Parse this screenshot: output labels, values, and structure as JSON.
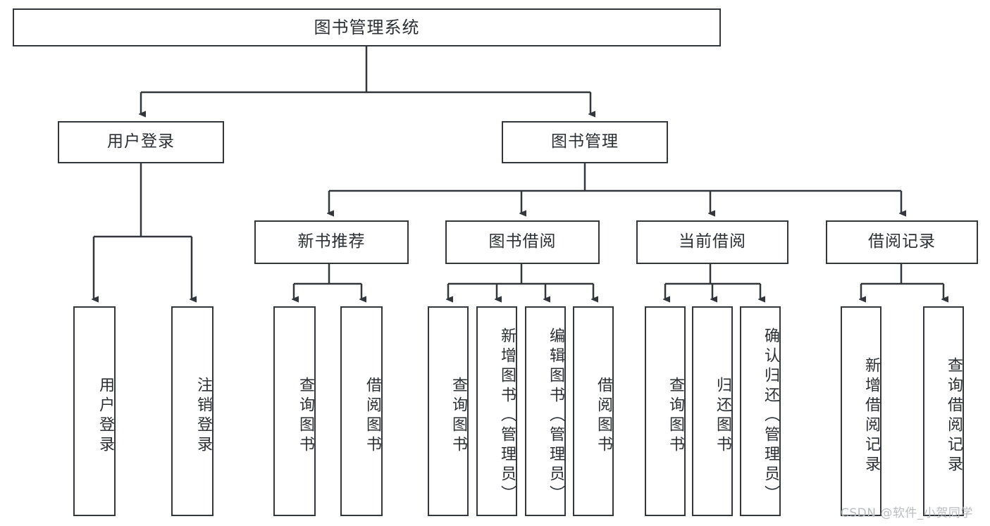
{
  "diagram": {
    "title": "图书管理系统",
    "type": "hierarchy-tree",
    "root": {
      "label": "图书管理系统"
    },
    "level2": [
      {
        "label": "用户登录"
      },
      {
        "label": "图书管理"
      }
    ],
    "level3": [
      {
        "label": "新书推荐"
      },
      {
        "label": "图书借阅"
      },
      {
        "label": "当前借阅"
      },
      {
        "label": "借阅记录"
      }
    ],
    "leaves": {
      "user_login": [
        {
          "label": "用户登录"
        },
        {
          "label": "注销登录"
        }
      ],
      "new_book_recommend": [
        {
          "label": "查询图书"
        },
        {
          "label": "借阅图书"
        }
      ],
      "book_borrow": [
        {
          "label": "查询图书"
        },
        {
          "label": "新增图书（管理员）"
        },
        {
          "label": "编辑图书（管理员）"
        },
        {
          "label": "借阅图书"
        }
      ],
      "current_borrow": [
        {
          "label": "查询图书"
        },
        {
          "label": "归还图书"
        },
        {
          "label": "确认归还（管理员）"
        }
      ],
      "borrow_record": [
        {
          "label": "新增借阅记录"
        },
        {
          "label": "查询借阅记录"
        }
      ]
    }
  },
  "watermark": {
    "text": "CSDN @软件_小贺同学"
  },
  "colors": {
    "stroke": "#33373b",
    "text": "#2b2f33",
    "background": "#ffffff",
    "watermark": "#b9bcc0"
  }
}
